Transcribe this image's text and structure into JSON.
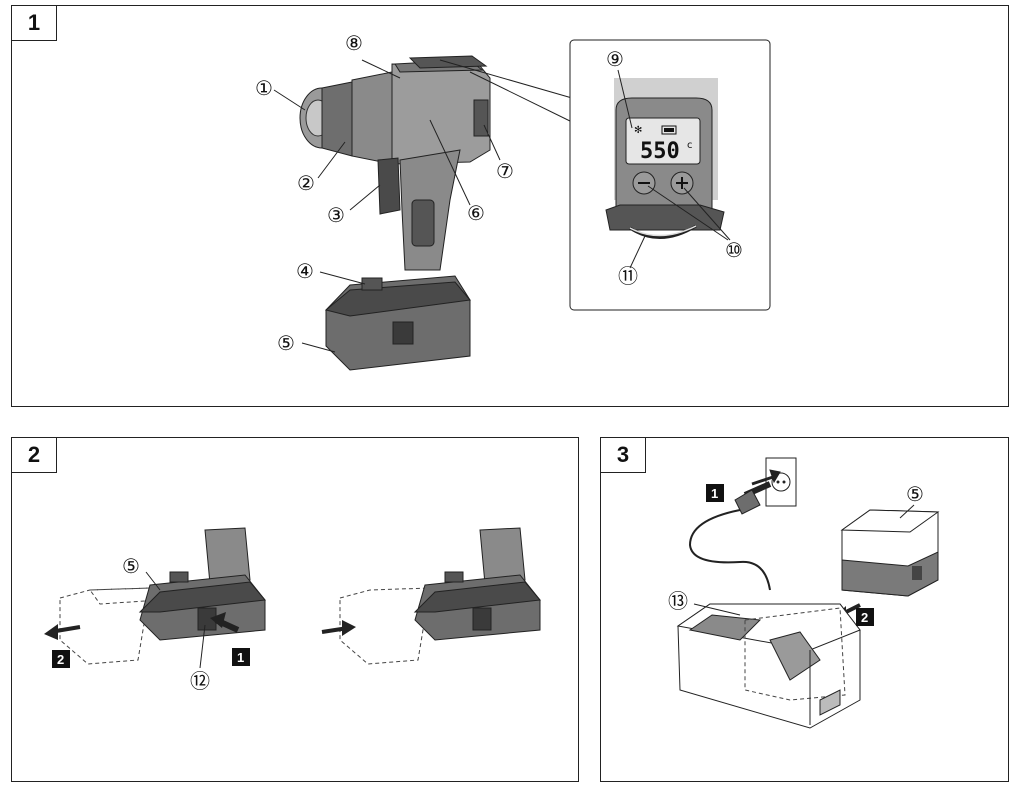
{
  "figures": [
    {
      "number": "1"
    },
    {
      "number": "2"
    },
    {
      "number": "3"
    }
  ],
  "callouts": {
    "c1": "①",
    "c2": "②",
    "c3": "③",
    "c4": "④",
    "c5": "⑤",
    "c6": "⑥",
    "c7": "⑦",
    "c8": "⑧",
    "c9": "⑨",
    "c10": "⑩",
    "c11": "⑪",
    "c12": "⑫",
    "c13": "⑬"
  },
  "display": {
    "temperature": "550",
    "unit": "c"
  },
  "steps": {
    "step1": "1",
    "step2": "2"
  },
  "colors": {
    "line": "#222222",
    "body_gray": "#8a8a8a",
    "dark_gray": "#4a4a4a",
    "step_box": "#111111"
  }
}
